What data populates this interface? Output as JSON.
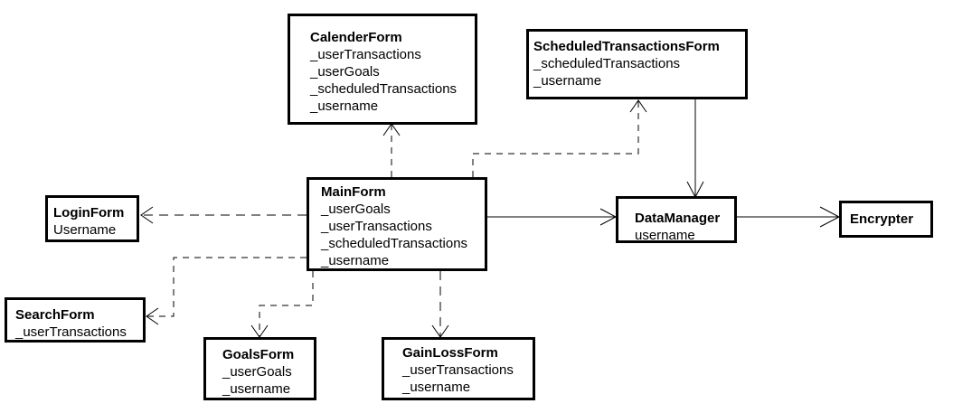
{
  "classes": {
    "calender_form": {
      "name": "CalenderForm",
      "attributes": [
        "_userTransactions",
        "_userGoals",
        "_scheduledTransactions",
        "_username"
      ]
    },
    "scheduled_transactions_form": {
      "name": "ScheduledTransactionsForm",
      "attributes": [
        "_scheduledTransactions",
        "_username"
      ]
    },
    "login_form": {
      "name": "LoginForm",
      "attributes": [
        "Username"
      ]
    },
    "main_form": {
      "name": "MainForm",
      "attributes": [
        "_userGoals",
        "_userTransactions",
        "_scheduledTransactions",
        "_username"
      ]
    },
    "data_manager": {
      "name": "DataManager",
      "attributes": [
        "username"
      ]
    },
    "encrypter": {
      "name": "Encrypter",
      "attributes": []
    },
    "search_form": {
      "name": "SearchForm",
      "attributes": [
        "_userTransactions"
      ]
    },
    "goals_form": {
      "name": "GoalsForm",
      "attributes": [
        "_userGoals",
        "_username"
      ]
    },
    "gain_loss_form": {
      "name": "GainLossForm",
      "attributes": [
        "_userTransactions",
        "_username"
      ]
    }
  },
  "relations": [
    {
      "from": "MainForm",
      "to": "CalenderForm",
      "style": "dashed"
    },
    {
      "from": "MainForm",
      "to": "ScheduledTransactionsForm",
      "style": "dashed"
    },
    {
      "from": "MainForm",
      "to": "LoginForm",
      "style": "dashed"
    },
    {
      "from": "MainForm",
      "to": "SearchForm",
      "style": "dashed"
    },
    {
      "from": "MainForm",
      "to": "GoalsForm",
      "style": "dashed"
    },
    {
      "from": "MainForm",
      "to": "GainLossForm",
      "style": "dashed"
    },
    {
      "from": "MainForm",
      "to": "DataManager",
      "style": "solid"
    },
    {
      "from": "ScheduledTransactionsForm",
      "to": "DataManager",
      "style": "solid"
    },
    {
      "from": "DataManager",
      "to": "Encrypter",
      "style": "solid"
    }
  ]
}
